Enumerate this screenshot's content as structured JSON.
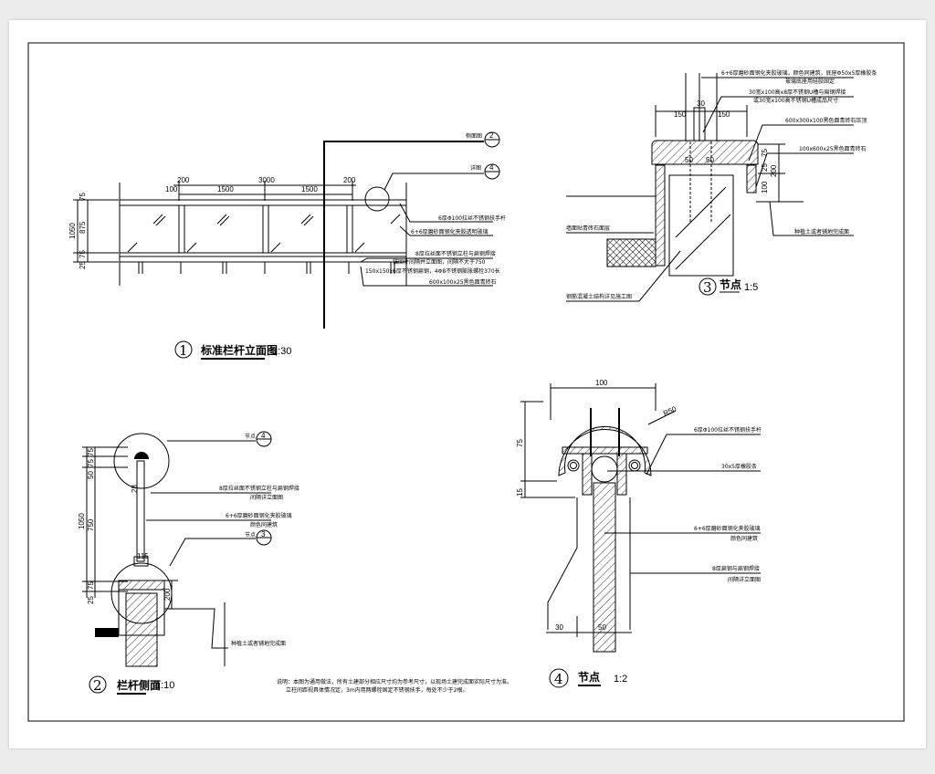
{
  "view1": {
    "number": "1",
    "title": "标准栏杆立面图",
    "scale": "1:30",
    "dims": {
      "d200a": "200",
      "d3000": "3000",
      "d200b": "200",
      "d100": "100",
      "d1500a": "1500",
      "d1500b": "1500",
      "d75a": "75",
      "d1050": "1050",
      "d875": "875",
      "d75b": "75",
      "d25": "25"
    },
    "ref_side": {
      "label": "侧面图",
      "num": "2"
    },
    "ref_detail": {
      "label": "详图",
      "num": "4"
    },
    "notes": [
      "6厚Φ100拉丝不锈钢扶手杆",
      "6+6厚磨砂面钢化夹胶透明玻璃",
      "8厚拉丝面不锈钢立柱与扁钢焊接",
      "锚固件间隔并立面图，间隔不大于750",
      "150x150x6厚不锈钢扁钢，4Φ8不锈钢膨胀螺栓370长",
      "600x100x25黑色面青砖石"
    ]
  },
  "view2": {
    "number": "2",
    "title": "栏杆侧面",
    "scale": "1:10",
    "dims": {
      "a": "75",
      "b": "75",
      "c": "50",
      "h": "1050",
      "m": "750",
      "w": "115",
      "e": "75",
      "f": "25",
      "g": "200",
      "r": "28"
    },
    "ref_top": {
      "label": "节点",
      "num": "4"
    },
    "ref_bottom": {
      "label": "节点",
      "num": "3"
    },
    "notes": [
      "8厚拉丝面不锈钢立柱与扁钢焊接",
      "间隔详立面图",
      "6+6厚磨砂面钢化夹胶玻璃",
      "颜色同建筑",
      "种植土或者铺地完成面"
    ]
  },
  "view3": {
    "number": "3",
    "title": "节点",
    "scale": "1:5",
    "dims": {
      "a": "150",
      "b": "30",
      "c": "150",
      "d": "50",
      "e": "50",
      "f": "75",
      "g": "25",
      "h": "200",
      "i": "100"
    },
    "notes": [
      "6+6厚磨砂面钢化夹胶玻璃，颜色同建筑，底座Φ50x5厚橡胶条",
      "玻璃底座用硅胶固定",
      "30宽x100高x8厚不锈钢U槽与扁钢焊接",
      "或30宽x100高不锈钢U槽成品尺寸",
      "600x300x100黑色面青砖石压顶",
      "100x600x25黑色面青砖石",
      "种植土或者铺地完成面",
      "墙面贴青砖石面层",
      "钢筋混凝土结构详见施工图"
    ]
  },
  "view4": {
    "number": "4",
    "title": "节点",
    "scale": "1:2",
    "dims": {
      "w": "100",
      "r": "R50",
      "h1": "75",
      "h2": "15",
      "b1": "30",
      "b2": "50"
    },
    "notes": [
      "6厚Φ100拉丝不锈钢扶手杆",
      "30x5厚橡胶条",
      "6+6厚磨砂面钢化夹胶玻璃",
      "颜色同建筑",
      "8厚扁钢与扁钢焊接",
      "间隔详立面图"
    ]
  },
  "remarks": [
    "说明：本图为通用做法，所有土建部分相应尺寸均为参考尺寸，以现场土建完成面实际尺寸为准。",
    "立柱间距视具体情况定，3m内用两螺栓固定不锈钢扶手，每处不少于2根。"
  ]
}
